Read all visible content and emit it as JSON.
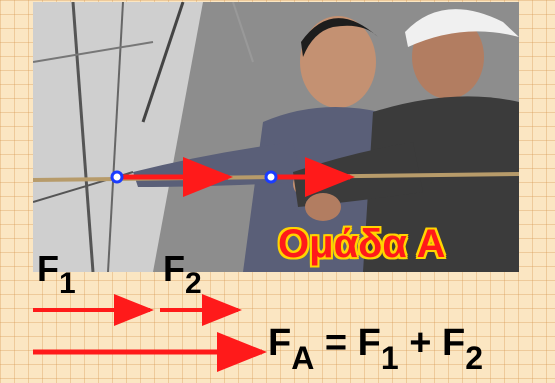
{
  "diagram": {
    "title": "Ομάδα Α",
    "force1": {
      "symbol": "F",
      "subscript": "1"
    },
    "force2": {
      "symbol": "F",
      "subscript": "2"
    },
    "equation": {
      "lhs_symbol": "F",
      "lhs_sub": "A",
      "eq": "=",
      "t1_symbol": "F",
      "t1_sub": "1",
      "plus": "+",
      "t2_symbol": "F",
      "t2_sub": "2"
    }
  },
  "colors": {
    "arrow": "#ff1a1a",
    "point": "#1a3cff",
    "title_outline": "#ffd400",
    "grid_background": "#fbe6c2"
  }
}
